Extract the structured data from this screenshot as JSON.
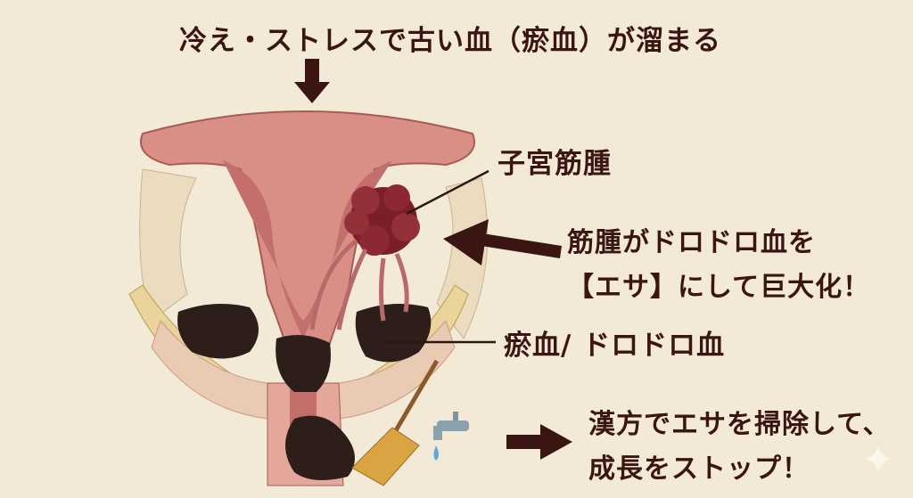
{
  "title": "冷え・ストレスで古い血（瘀血）が溜まる",
  "labels": {
    "fibroid": "子宮筋腫",
    "feed_line1": "筋腫がドロドロ血を",
    "feed_line2": "【エサ】にして巨大化！",
    "stagnant_blood": "瘀血/ ドロドロ血",
    "kampo_line1": "漢方でエサを掃除して、",
    "kampo_line2": "成長をストップ！"
  },
  "colors": {
    "background": "#f3e9d7",
    "text": "#3a1512",
    "uterus": "#d98f86",
    "fibroid": "#7a1e28",
    "clot": "#2e1e1a"
  }
}
